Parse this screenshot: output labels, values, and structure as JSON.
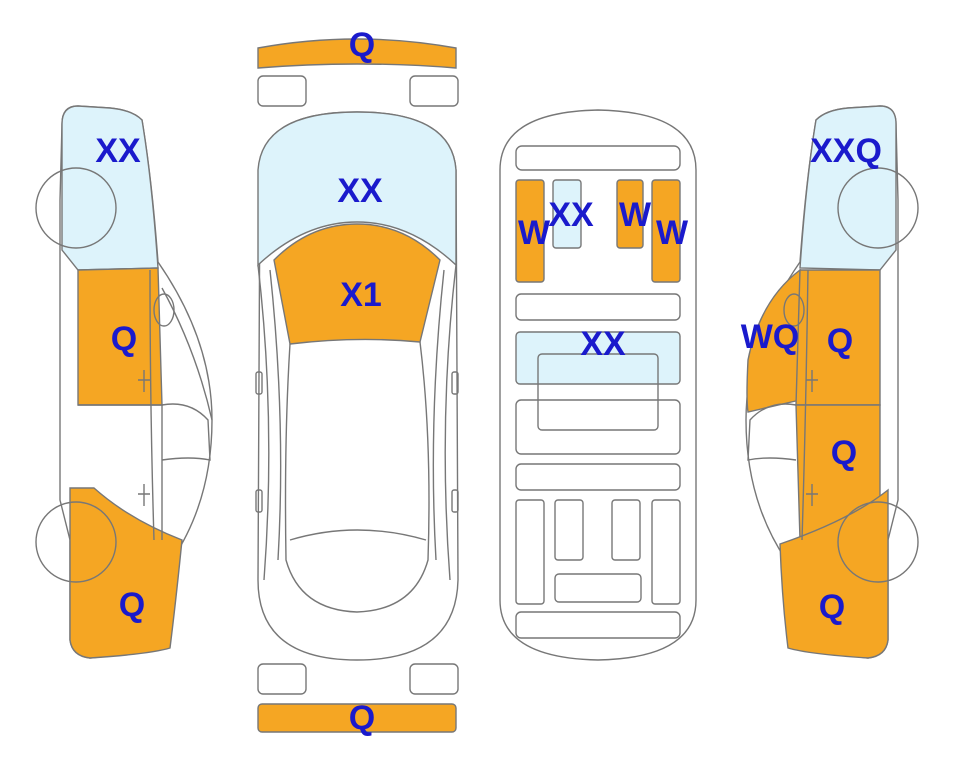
{
  "colors": {
    "damage_orange": "#f5a623",
    "glass_blue": "#ddf3fb",
    "outline": "#777777",
    "label_blue": "#1a1acc",
    "white": "#ffffff"
  },
  "labels": {
    "front_bumper": "Q",
    "rear_bumper": "Q",
    "top_windshield": "XX",
    "top_hood": "X1",
    "interior_seat_left": "W",
    "interior_window_center": "XX",
    "interior_seat_center": "W",
    "interior_seat_right": "W",
    "interior_trunk": "XX",
    "left_window": "XX",
    "left_front_door": "Q",
    "left_rear_fender": "Q",
    "right_window": "XXQ",
    "right_mirror": "WQ",
    "right_front_door": "Q",
    "right_rear_door": "Q",
    "right_rear_fender": "Q"
  }
}
